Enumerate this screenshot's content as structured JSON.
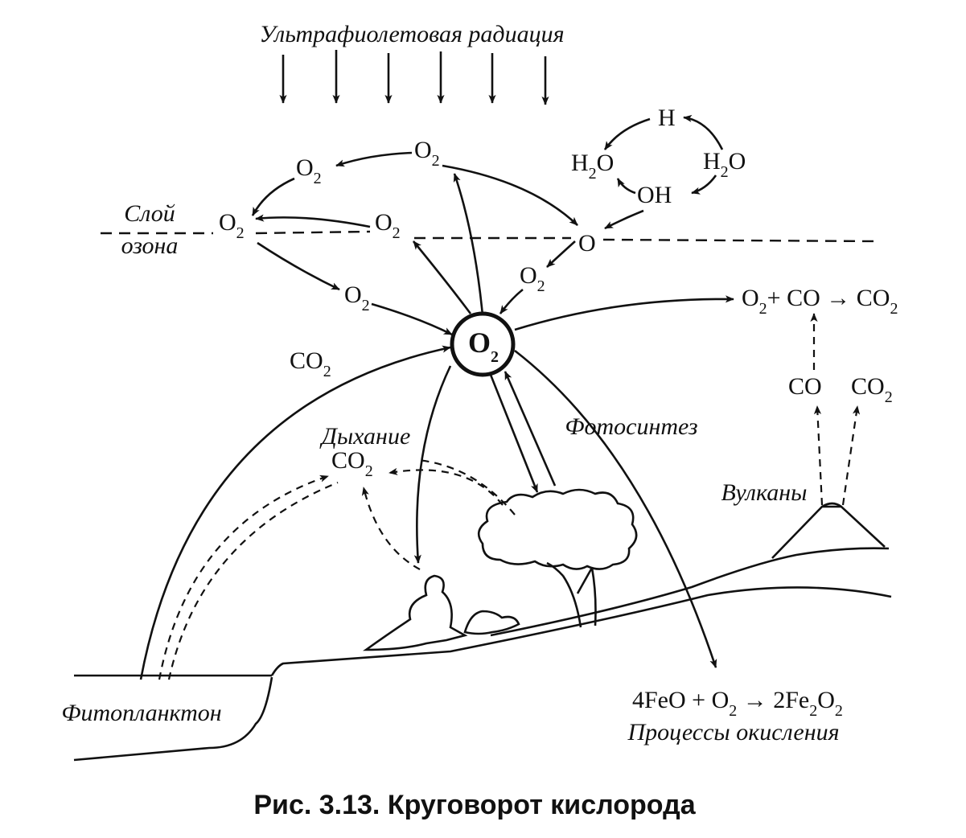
{
  "title": "Ультрафиолетовая радиация",
  "caption": "Рис. 3.13. Круговорот кислорода",
  "labels": {
    "ozone_layer_1": "Слой",
    "ozone_layer_2": "озона",
    "respiration": "Дыхание",
    "photosynthesis": "Фотосинтез",
    "volcanoes": "Вулканы",
    "phytoplankton": "Фитопланктон",
    "oxidation": "Процессы окисления"
  },
  "formulas": {
    "o2_top": [
      "O",
      "2"
    ],
    "o2_left": [
      "O",
      "2"
    ],
    "o2_ozone": [
      "O",
      "2"
    ],
    "o2_middle": [
      "O",
      "2"
    ],
    "o2_lower": [
      "O",
      "2"
    ],
    "o2_right": [
      "O",
      "2"
    ],
    "o2_center": [
      "O",
      "2"
    ],
    "o_atom": "O",
    "h_atom": "H",
    "h2o_left": [
      "H",
      "2",
      "O"
    ],
    "h2o_right": [
      "H",
      "2",
      "O"
    ],
    "oh": "OH",
    "co2_left": [
      "CO",
      "2"
    ],
    "co2_respiration": [
      "CO",
      "2"
    ],
    "co_volcano": "CO",
    "co2_volcano": [
      "CO",
      "2"
    ],
    "reaction_co": [
      "O",
      "2",
      "+ CO → CO",
      "2"
    ],
    "reaction_fe": [
      "4FeO + O",
      "2",
      " → 2Fe",
      "2",
      "O",
      "2"
    ]
  }
}
